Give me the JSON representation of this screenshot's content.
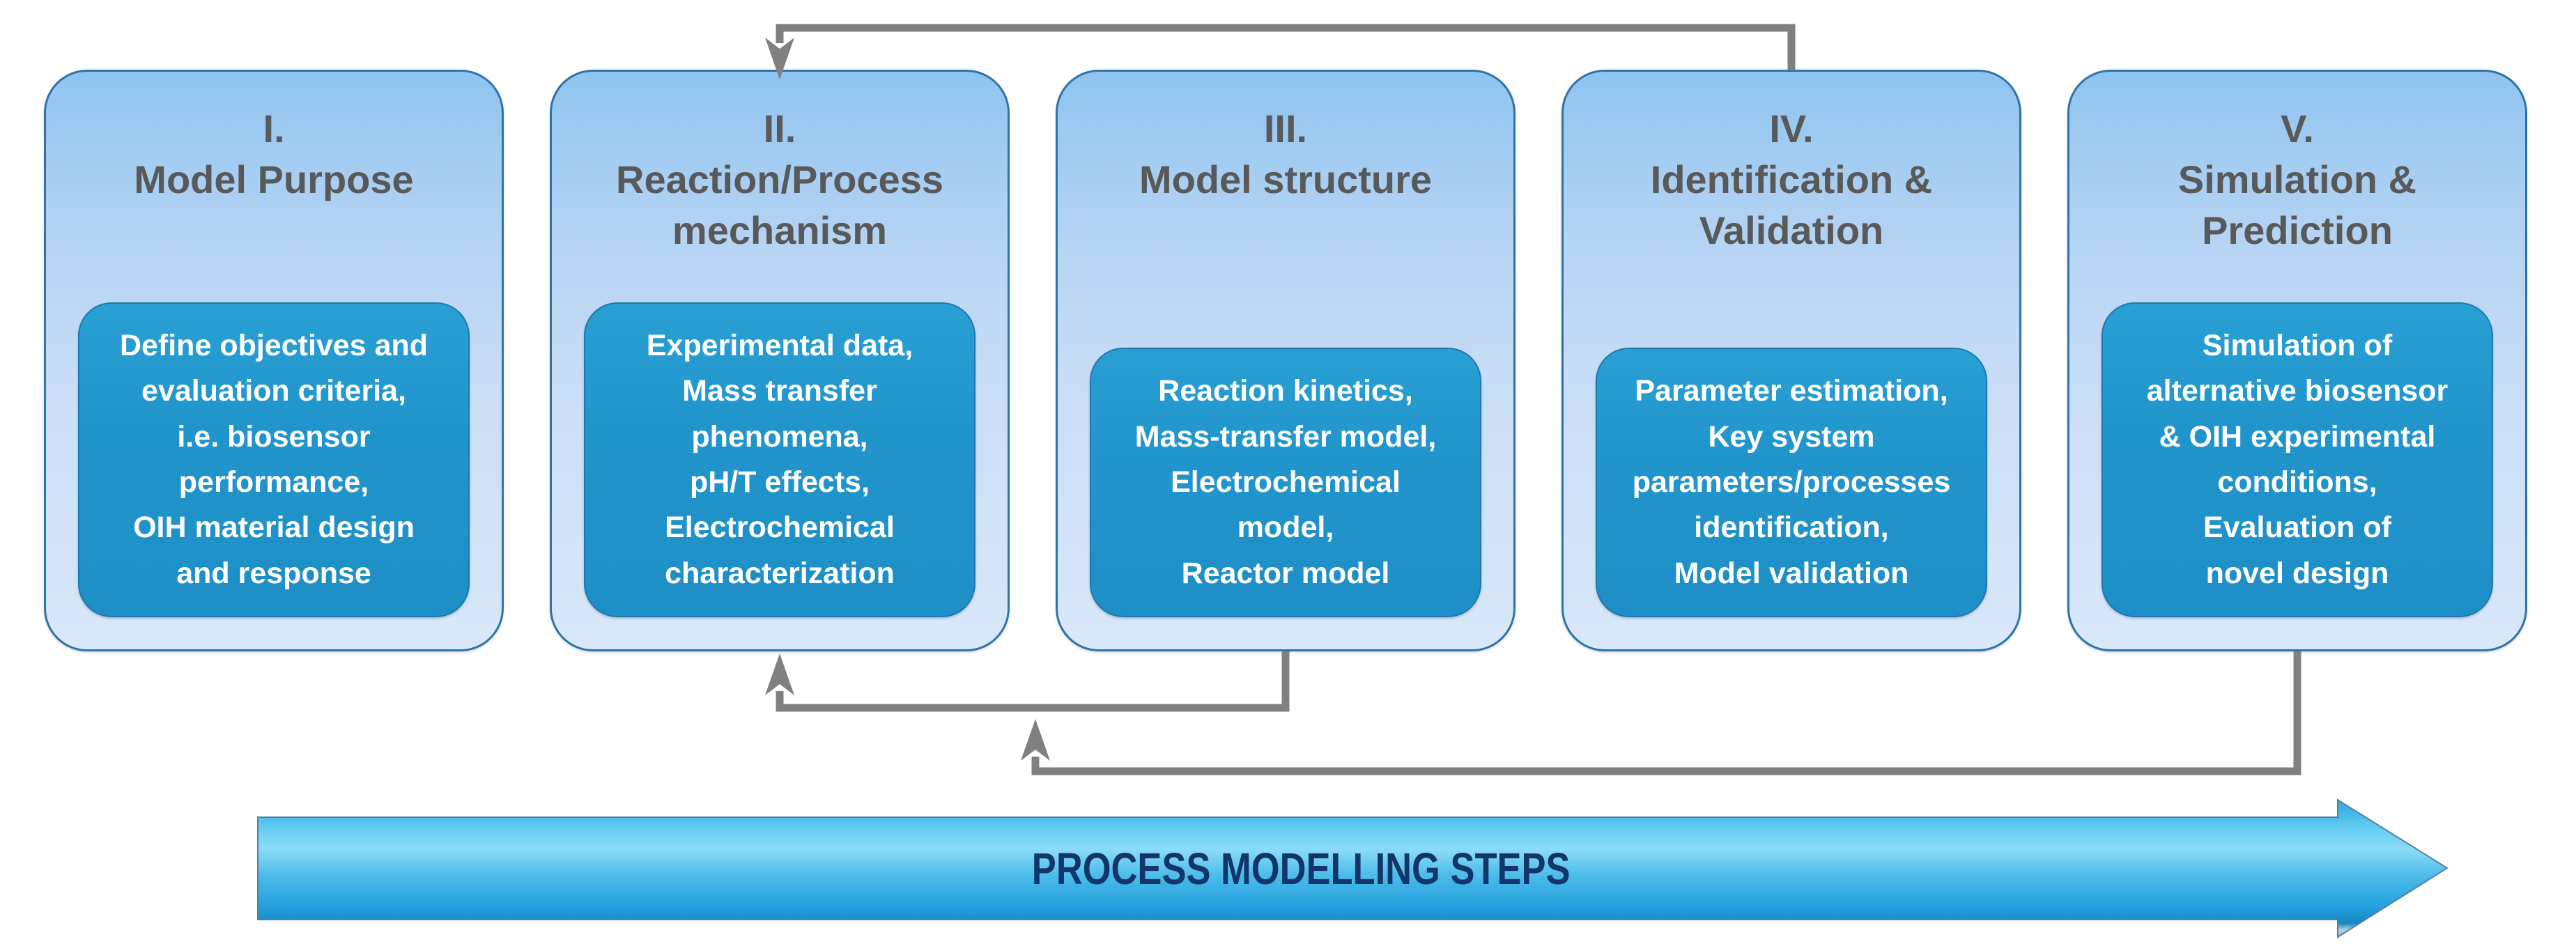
{
  "colors": {
    "outer_box_top": "#8ec4f0",
    "outer_box_bottom": "#d9e8fa",
    "outer_border": "#2e74a8",
    "inner_box": "#2095cc",
    "inner_border": "#1a7ab0",
    "inner_text": "#ffffff",
    "title_text": "#595959",
    "connector": "#808080",
    "arrow_label": "#12356b",
    "arrow_body_main": "#2aa7e0"
  },
  "diagram": {
    "steps": [
      {
        "numeral": "I.",
        "title": "Model Purpose",
        "details": "Define objectives and\nevaluation criteria,\ni.e. biosensor\nperformance,\nOIH material design\nand response"
      },
      {
        "numeral": "II.",
        "title": "Reaction/Process\nmechanism",
        "details": "Experimental data,\nMass transfer\nphenomena,\npH/T effects,\nElectrochemical\ncharacterization"
      },
      {
        "numeral": "III.",
        "title": "Model structure",
        "details": "Reaction kinetics,\nMass-transfer model,\nElectrochemical\nmodel,\nReactor model"
      },
      {
        "numeral": "IV.",
        "title": "Identification &\nValidation",
        "details": "Parameter estimation,\nKey system\nparameters/processes\nidentification,\nModel validation"
      },
      {
        "numeral": "V.",
        "title": "Simulation &\nPrediction",
        "details": "Simulation of\nalternative biosensor\n& OIH experimental\nconditions,\nEvaluation of\nnovel design"
      }
    ],
    "bottom_arrow_label": "PROCESS MODELLING STEPS"
  }
}
